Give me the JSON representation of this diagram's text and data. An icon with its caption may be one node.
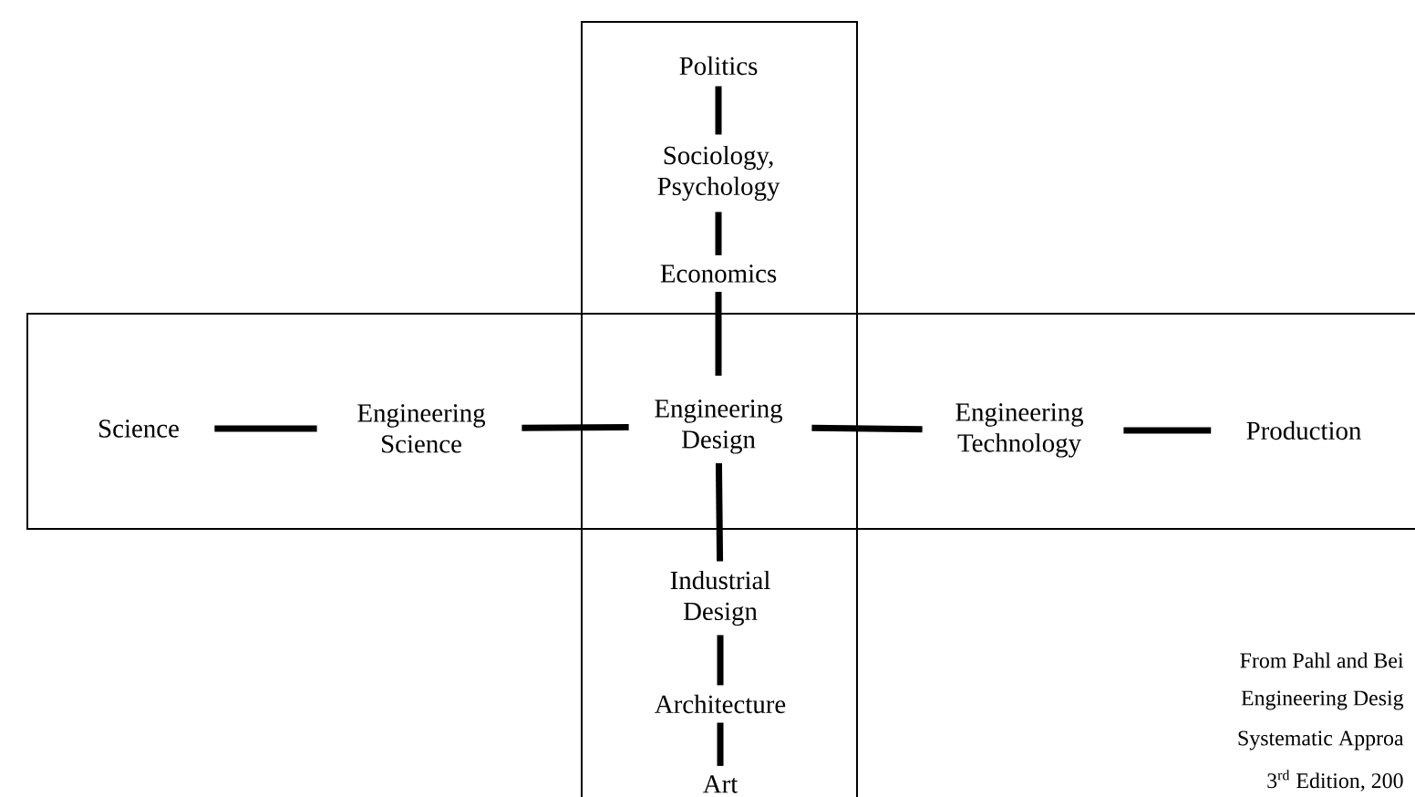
{
  "diagram": {
    "nodes": [
      {
        "text": [],
        "shape": "box"
      },
      {
        "text": [],
        "shape": "box"
      },
      {
        "text": [
          "Politics"
        ],
        "in": 0
      },
      {
        "text": [
          "Sociology, Psychology"
        ],
        "in": 0
      },
      {
        "text": [
          "Economics"
        ],
        "in": 0
      },
      {
        "text": [
          "Science"
        ],
        "in": 1
      },
      {
        "text": [
          "Engineering Science"
        ],
        "in": 1
      },
      {
        "text": [
          "Engineering Design"
        ]
      },
      {
        "text": [
          "Engineering Technology"
        ],
        "in": 1
      },
      {
        "text": [
          "Production"
        ],
        "in": 1
      },
      {
        "text": [
          "Industrial Design"
        ],
        "in": 0
      },
      {
        "text": [
          "Architecture"
        ],
        "in": 0
      },
      {
        "text": [
          "Art"
        ],
        "in": 0
      }
    ],
    "edges": [
      {
        "from": 2,
        "to": 3,
        "arrow": "none"
      },
      {
        "from": 3,
        "to": 4,
        "arrow": "none"
      },
      {
        "from": 4,
        "to": 7,
        "arrow": "none"
      },
      {
        "from": 5,
        "to": 6,
        "arrow": "none"
      },
      {
        "from": 6,
        "to": 7,
        "arrow": "none"
      },
      {
        "from": 7,
        "to": 8,
        "arrow": "none"
      },
      {
        "from": 8,
        "to": 9,
        "arrow": "none"
      },
      {
        "from": 7,
        "to": 10,
        "arrow": "none"
      },
      {
        "from": 10,
        "to": 11,
        "arrow": "none"
      },
      {
        "from": 11,
        "to": 12,
        "arrow": "none"
      }
    ],
    "labels": [
      "From Pahl and Bei",
      "Engineering Desig",
      "Systematic Approa",
      "3$^{rd}$ Edition, 200"
    ]
  }
}
